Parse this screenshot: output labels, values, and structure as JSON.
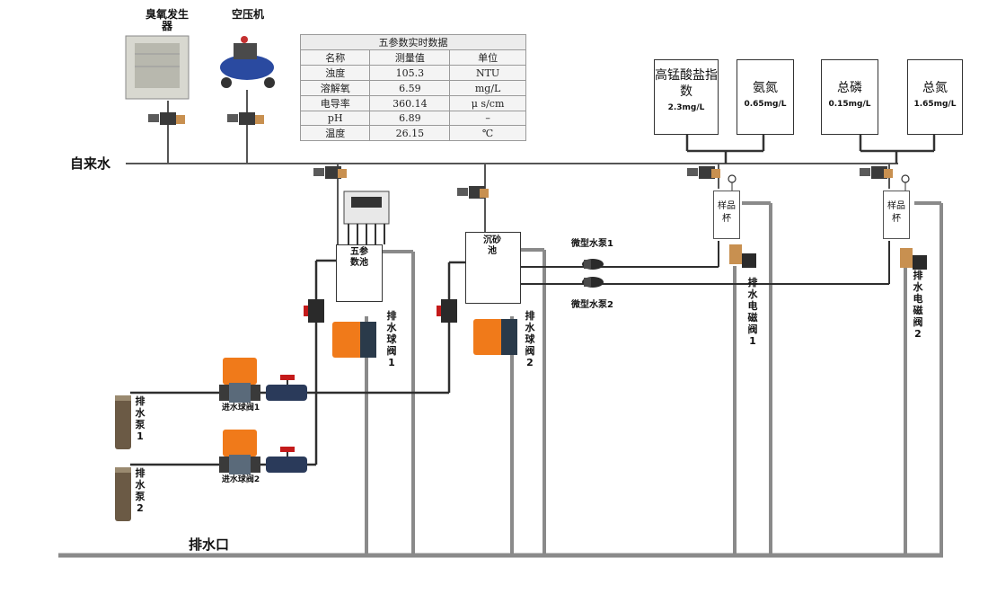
{
  "labels": {
    "tap_water": "自来水",
    "drain_outlet": "排水口",
    "ozone_generator": "臭氧发生器",
    "air_compressor": "空压机",
    "five_param_tank": "五参数池",
    "grit_tank": "沉砂池",
    "micro_pump_1": "微型水泵1",
    "micro_pump_2": "微型水泵2",
    "drain_ball_valve_1": "排水球阀1",
    "drain_ball_valve_2": "排水球阀2",
    "drain_solenoid_1": "排水电磁阀1",
    "drain_solenoid_2": "排水电磁阀2",
    "inlet_ball_valve_1": "进水球阀1",
    "inlet_ball_valve_2": "进水球阀2",
    "drain_pump_1": "排水泵1",
    "drain_pump_2": "排水泵2",
    "sample_cup": "样品杯"
  },
  "param_table": {
    "title": "五参数实时数据",
    "headers": [
      "名称",
      "测量值",
      "单位"
    ],
    "rows": [
      [
        "浊度",
        "105.3",
        "NTU"
      ],
      [
        "溶解氧",
        "6.59",
        "mg/L"
      ],
      [
        "电导率",
        "360.14",
        "μ s/cm"
      ],
      [
        "pH",
        "6.89",
        "–"
      ],
      [
        "温度",
        "26.15",
        "℃"
      ]
    ]
  },
  "analyzers": [
    {
      "name": "高锰酸盐指数",
      "value": "2.3mg/L"
    },
    {
      "name": "氨氮",
      "value": "0.65mg/L"
    },
    {
      "name": "总磷",
      "value": "0.15mg/L"
    },
    {
      "name": "总氮",
      "value": "1.65mg/L"
    }
  ],
  "colors": {
    "pipe": "#909090",
    "dark_pipe": "#2e2e2e",
    "actuator_orange": "#f07a1a",
    "valve_red": "#c41a1a",
    "valve_blue": "#2a3a5a",
    "pump_body": "#6b5a45"
  }
}
